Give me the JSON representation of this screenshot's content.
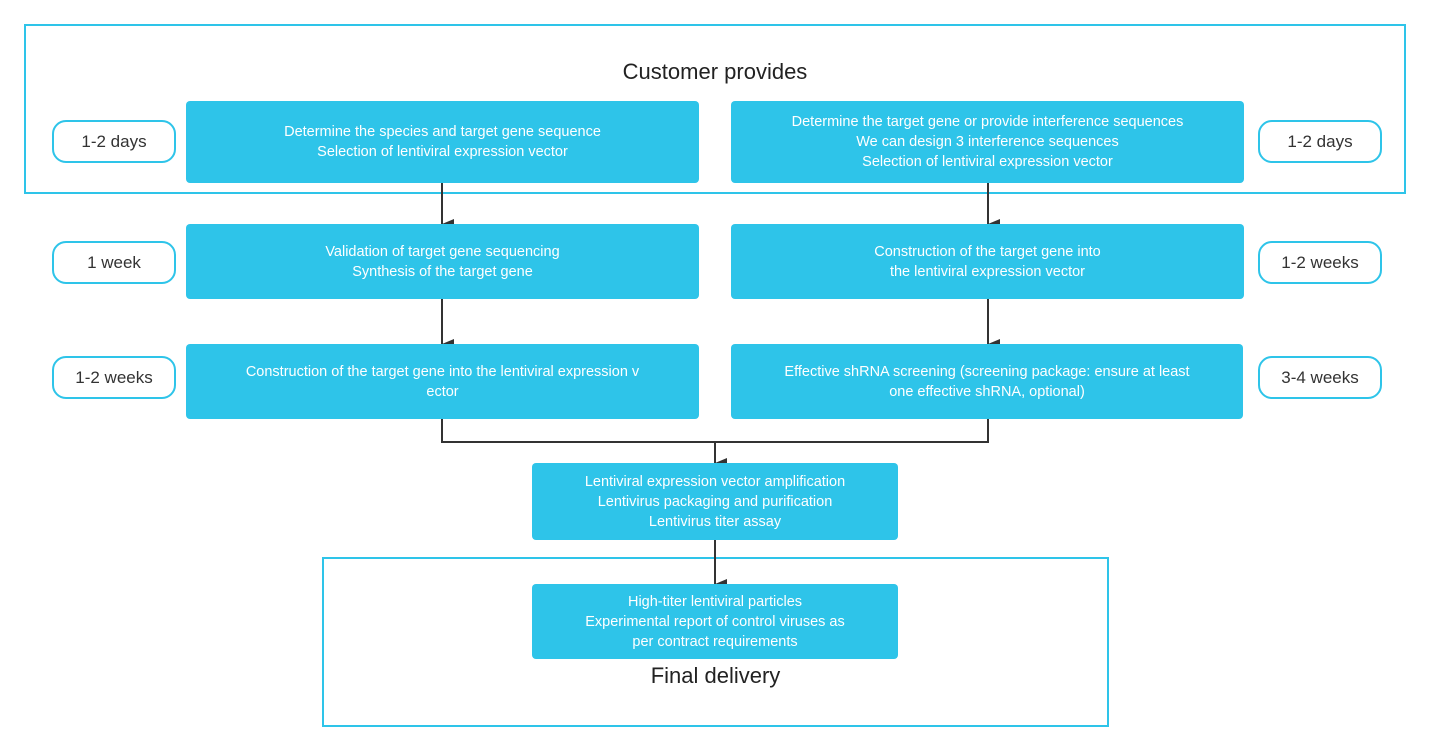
{
  "colors": {
    "accent": "#2ec4e9",
    "connector": "#333333",
    "text_dark": "#222222",
    "step_text": "#ffffff"
  },
  "customer_section": {
    "title": "Customer provides"
  },
  "final_section": {
    "title": "Final delivery"
  },
  "left_track": {
    "steps": [
      {
        "text": "Determine the species and target gene sequence\nSelection of lentiviral expression vector",
        "duration": "1-2 days"
      },
      {
        "text": "Validation of target gene sequencing\nSynthesis of the target gene",
        "duration": "1 week"
      },
      {
        "text": "Construction of the target gene into the lentiviral expression v\nector",
        "duration": "1-2 weeks"
      }
    ]
  },
  "right_track": {
    "steps": [
      {
        "text": "Determine the target gene or provide interference sequences\nWe can design 3 interference sequences\nSelection of lentiviral expression vector",
        "duration": "1-2 days"
      },
      {
        "text": "Construction of the target gene into\nthe lentiviral expression vector",
        "duration": "1-2 weeks"
      },
      {
        "text": "Effective shRNA screening (screening package: ensure at least\none effective shRNA, optional)",
        "duration": "3-4 weeks"
      }
    ]
  },
  "merged_steps": [
    {
      "text": "Lentiviral expression vector amplification\nLentivirus packaging and purification\nLentivirus titer assay"
    },
    {
      "text": "High-titer lentiviral particles\nExperimental report of control viruses as\nper contract requirements"
    }
  ]
}
